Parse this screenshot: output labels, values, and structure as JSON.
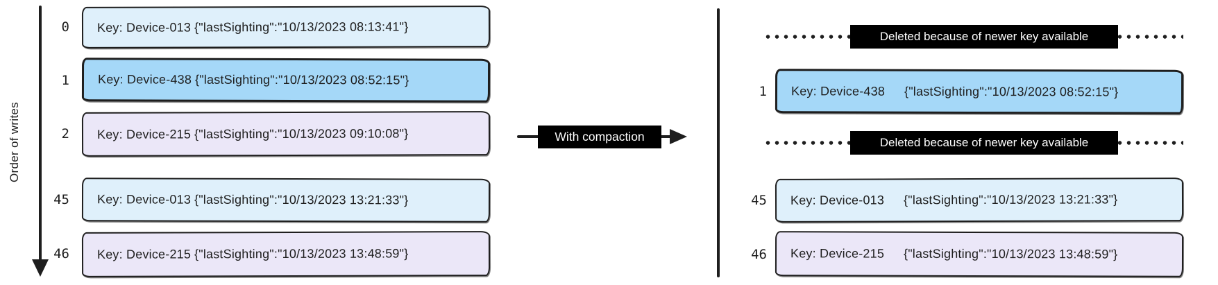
{
  "colors": {
    "light_blue": "#dff0fb",
    "blue": "#a5d8f8",
    "lavender": "#ebe7f8",
    "ink": "#1e1e1e",
    "label_bg": "#000000",
    "label_text": "#ffffff"
  },
  "left_panel": {
    "axis_label": "Order of writes",
    "rows": [
      {
        "index": "0",
        "key": "Key: Device-013",
        "value": "{\"lastSighting\":\"10/13/2023 08:13:41\"}"
      },
      {
        "index": "1",
        "key": "Key: Device-438",
        "value": "{\"lastSighting\":\"10/13/2023 08:52:15\"}"
      },
      {
        "index": "2",
        "key": "Key: Device-215",
        "value": "{\"lastSighting\":\"10/13/2023 09:10:08\"}"
      },
      {
        "index": "45",
        "key": "Key: Device-013",
        "value": "{\"lastSighting\":\"10/13/2023 13:21:33\"}"
      },
      {
        "index": "46",
        "key": "Key: Device-215",
        "value": "{\"lastSighting\":\"10/13/2023 13:48:59\"}"
      }
    ]
  },
  "transform_arrow": {
    "label": "With compaction"
  },
  "right_panel": {
    "deleted_rows": [
      {
        "label": "Deleted because of newer key available"
      },
      {
        "label": "Deleted because of newer key available"
      }
    ],
    "rows": [
      {
        "index": "1",
        "key": "Key: Device-438",
        "value": "{\"lastSighting\":\"10/13/2023 08:52:15\"}"
      },
      {
        "index": "45",
        "key": "Key: Device-013",
        "value": "{\"lastSighting\":\"10/13/2023 13:21:33\"}"
      },
      {
        "index": "46",
        "key": "Key: Device-215",
        "value": "{\"lastSighting\":\"10/13/2023 13:48:59\"}"
      }
    ]
  }
}
